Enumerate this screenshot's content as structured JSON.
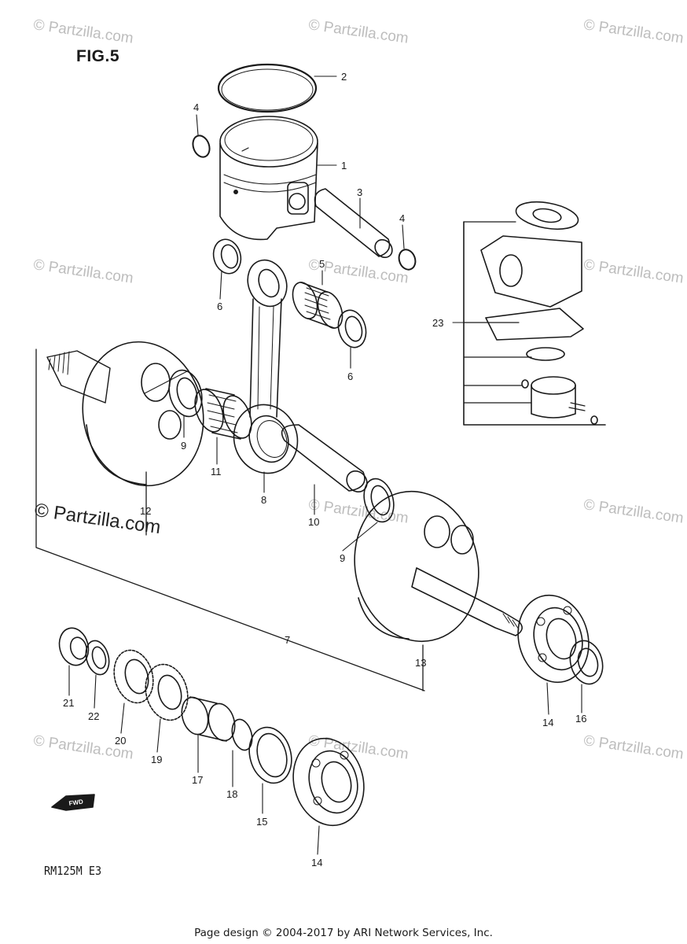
{
  "figure": {
    "title": "FIG.5",
    "model": "RM125M E3",
    "footer": "Page design © 2004-2017 by ARI Network Services, Inc."
  },
  "watermark": {
    "text": "© Partzilla.com",
    "prominent_text": "© Partzilla.com",
    "color": "#bdbdbd"
  },
  "fwd_label": "FWD",
  "callouts": {
    "c1": "1",
    "c2": "2",
    "c3": "3",
    "c4a": "4",
    "c4b": "4",
    "c5": "5",
    "c6a": "6",
    "c6b": "6",
    "c7": "7",
    "c8": "8",
    "c9a": "9",
    "c9b": "9",
    "c10": "10",
    "c11": "11",
    "c12": "12",
    "c13": "13",
    "c14a": "14",
    "c14b": "14",
    "c15": "15",
    "c16": "16",
    "c17": "17",
    "c18": "18",
    "c19": "19",
    "c20": "20",
    "c21": "21",
    "c22": "22",
    "c23": "23"
  }
}
